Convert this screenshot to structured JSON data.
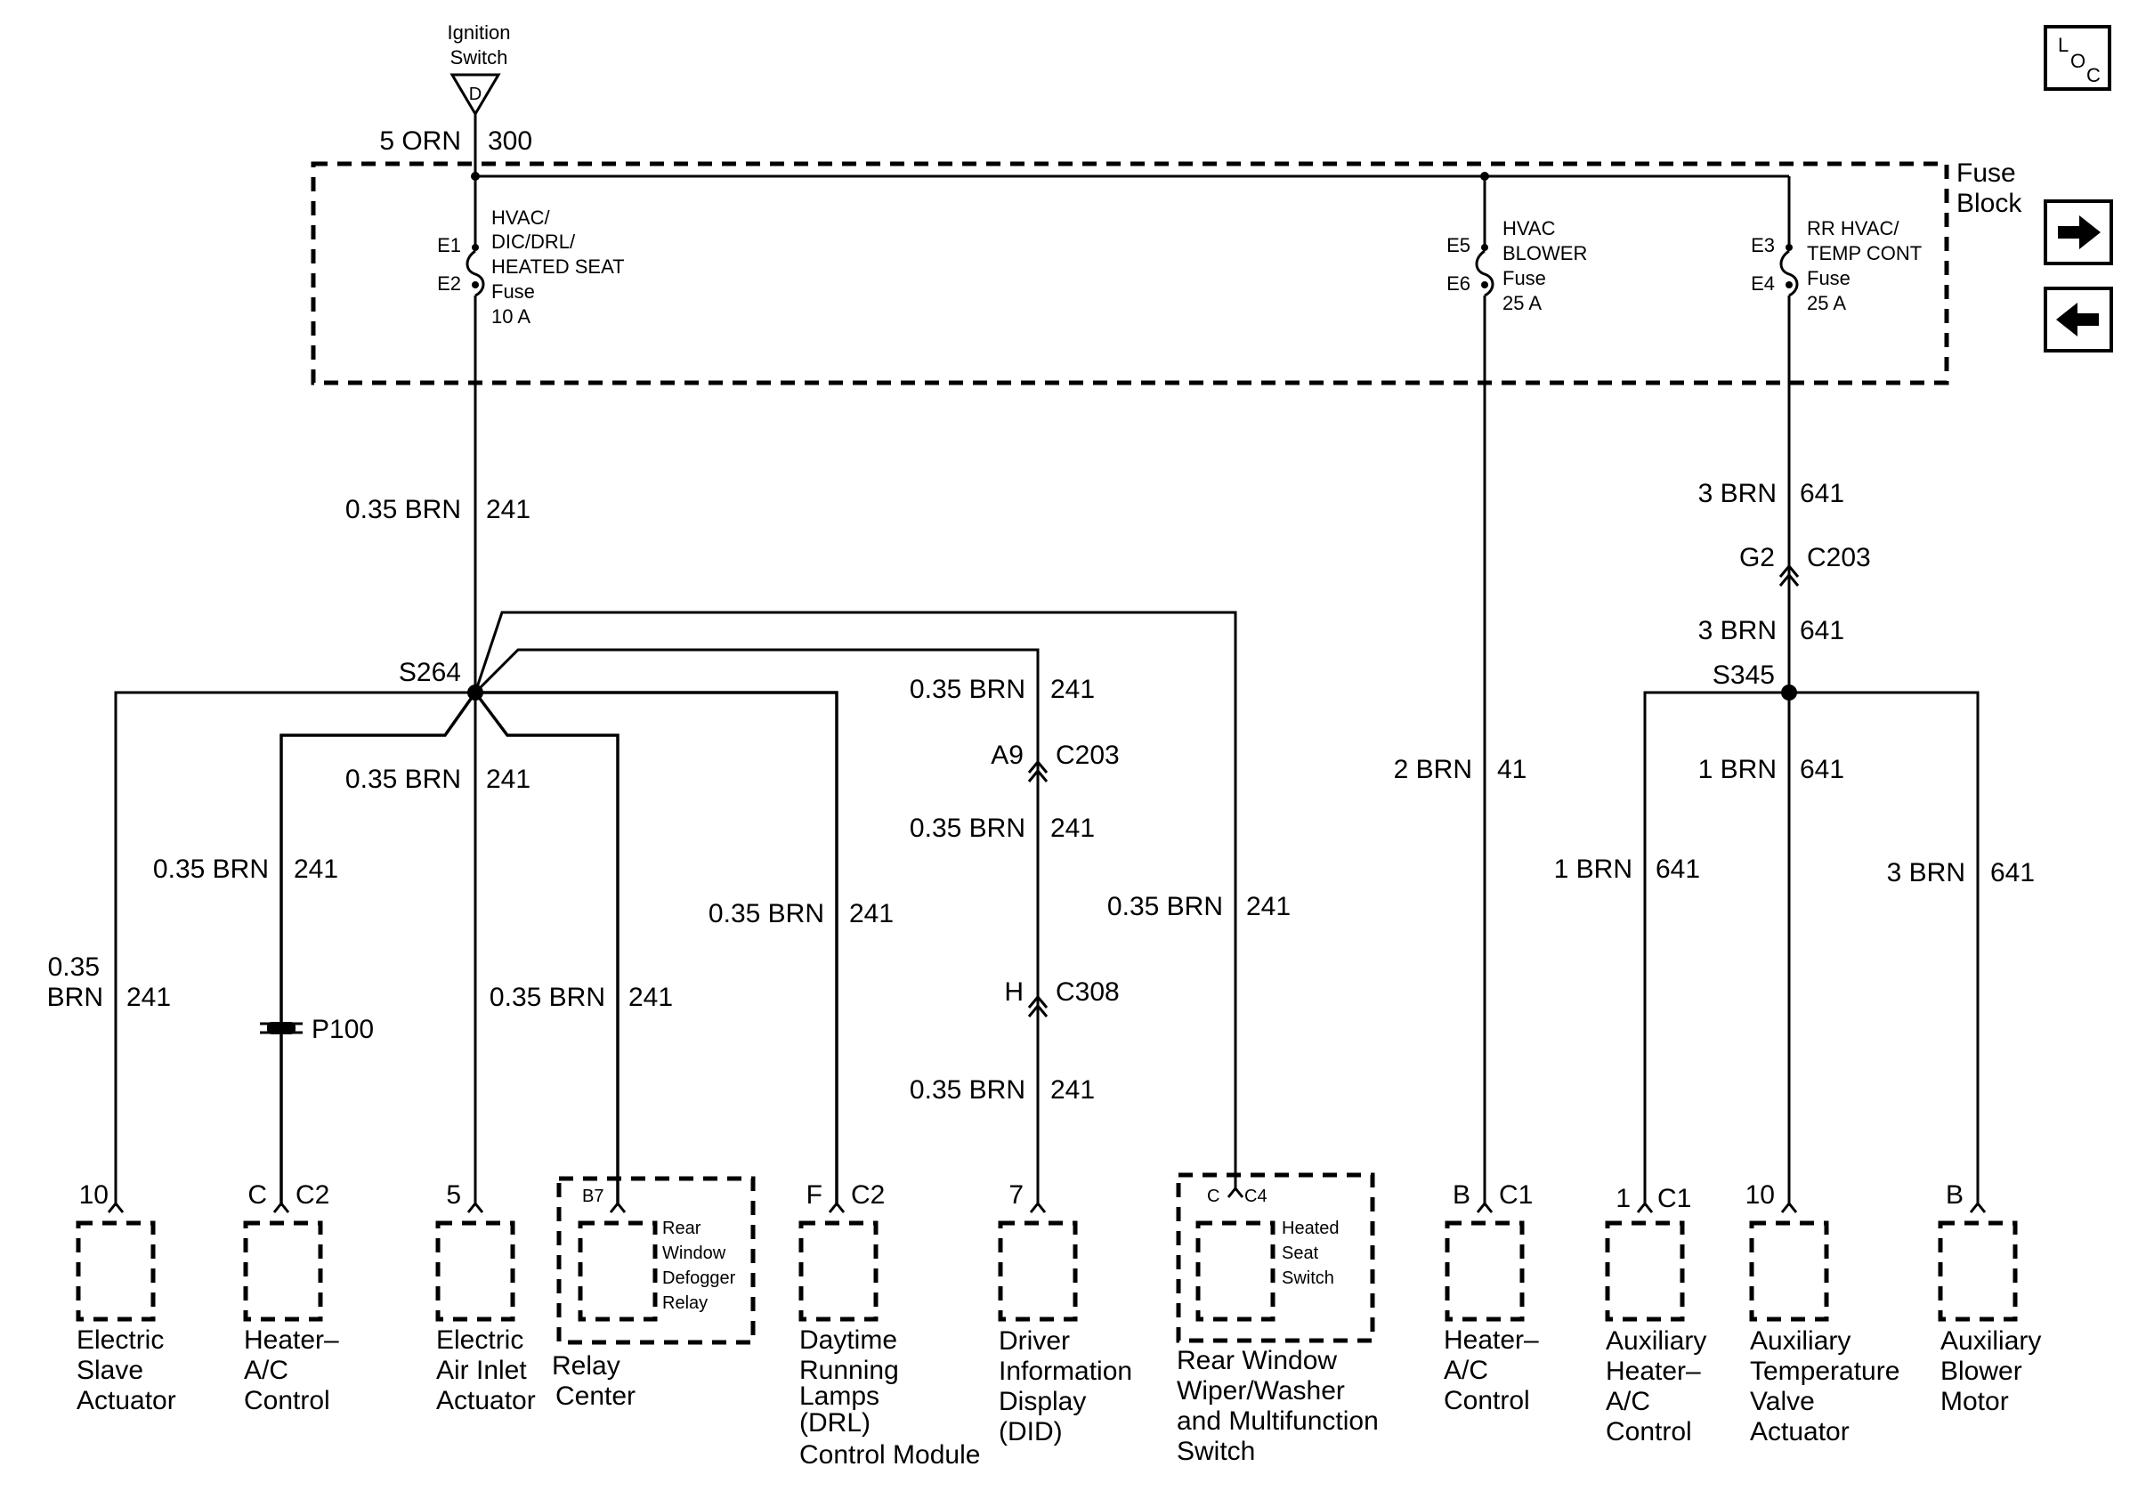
{
  "header": {
    "ignition_line1": "Ignition",
    "ignition_line2": "Switch",
    "ignition_pin": "D",
    "supply_wire": "5 ORN",
    "supply_circuit": "300"
  },
  "fuse_block": {
    "label_line1": "Fuse",
    "label_line2": "Block",
    "fuses": [
      {
        "pin_top": "E1",
        "pin_bottom": "E2",
        "lines": [
          "HVAC/",
          "DIC/DRL/",
          "HEATED SEAT",
          "Fuse",
          "10 A"
        ]
      },
      {
        "pin_top": "E5",
        "pin_bottom": "E6",
        "lines": [
          "HVAC",
          "BLOWER",
          "Fuse",
          "25 A"
        ]
      },
      {
        "pin_top": "E3",
        "pin_bottom": "E4",
        "lines": [
          "RR HVAC/",
          "TEMP CONT",
          "Fuse",
          "25 A"
        ]
      }
    ]
  },
  "nav_icons": {
    "loc": {
      "l": "L",
      "o": "O",
      "c": "C"
    }
  },
  "splices": {
    "s264": "S264",
    "s345": "S345"
  },
  "wires": [
    {
      "gauge": "0.35 BRN",
      "circuit": "241"
    },
    {
      "gauge": "0.35 BRN",
      "circuit": "241"
    },
    {
      "gauge": "0.35 BRN",
      "circuit": "241"
    },
    {
      "gauge_line1": "0.35",
      "gauge_line2": "BRN",
      "circuit": "241"
    },
    {
      "gauge": "0.35 BRN",
      "circuit": "241"
    },
    {
      "gauge": "0.35 BRN",
      "circuit": "241"
    },
    {
      "gauge": "0.35 BRN",
      "circuit": "241"
    },
    {
      "gauge": "0.35 BRN",
      "circuit": "241"
    },
    {
      "gauge": "0.35 BRN",
      "circuit": "241"
    },
    {
      "gauge": "0.35 BRN",
      "circuit": "241"
    },
    {
      "gauge": "0.35 BRN",
      "circuit": "241"
    },
    {
      "gauge": "2 BRN",
      "circuit": "41"
    },
    {
      "gauge": "3 BRN",
      "circuit": "641"
    },
    {
      "gauge": "3 BRN",
      "circuit": "641"
    },
    {
      "gauge": "1 BRN",
      "circuit": "641"
    },
    {
      "gauge": "1 BRN",
      "circuit": "641"
    },
    {
      "gauge": "3 BRN",
      "circuit": "641"
    }
  ],
  "inline_connectors": [
    {
      "pin": "A9",
      "name": "C203"
    },
    {
      "pin": "H",
      "name": "C308"
    },
    {
      "pin": "G2",
      "name": "C203"
    }
  ],
  "pass_through": {
    "name": "P100"
  },
  "components": [
    {
      "pin": "10",
      "conn": "",
      "name": [
        "Electric",
        "Slave",
        "Actuator"
      ]
    },
    {
      "pin": "C",
      "conn": "C2",
      "name": [
        "Heater–",
        "A/C",
        "Control"
      ]
    },
    {
      "pin": "5",
      "conn": "",
      "name": [
        "Electric",
        "Air Inlet",
        "Actuator"
      ]
    },
    {
      "pin": "B7",
      "conn": "",
      "name": [
        "Relay",
        "Center"
      ],
      "inner": [
        "Rear",
        "Window",
        "Defogger",
        "Relay"
      ]
    },
    {
      "pin": "F",
      "conn": "C2",
      "name": [
        "Daytime",
        "Running",
        "Lamps",
        "(DRL)",
        "Control Module"
      ]
    },
    {
      "pin": "7",
      "conn": "",
      "name": [
        "Driver",
        "Information",
        "Display",
        "(DID)"
      ]
    },
    {
      "pin": "C",
      "conn": "C4",
      "name": [
        "Rear Window",
        "Wiper/Washer",
        "and Multifunction",
        "Switch"
      ],
      "inner": [
        "Heated",
        "Seat",
        "Switch"
      ]
    },
    {
      "pin": "B",
      "conn": "C1",
      "name": [
        "Heater–",
        "A/C",
        "Control"
      ]
    },
    {
      "pin": "1",
      "conn": "C1",
      "name": [
        "Auxiliary",
        "Heater–",
        "A/C",
        "Control"
      ]
    },
    {
      "pin": "10",
      "conn": "",
      "name": [
        "Auxiliary",
        "Temperature",
        "Valve",
        "Actuator"
      ]
    },
    {
      "pin": "B",
      "conn": "",
      "name": [
        "Auxiliary",
        "Blower",
        "Motor"
      ]
    }
  ]
}
